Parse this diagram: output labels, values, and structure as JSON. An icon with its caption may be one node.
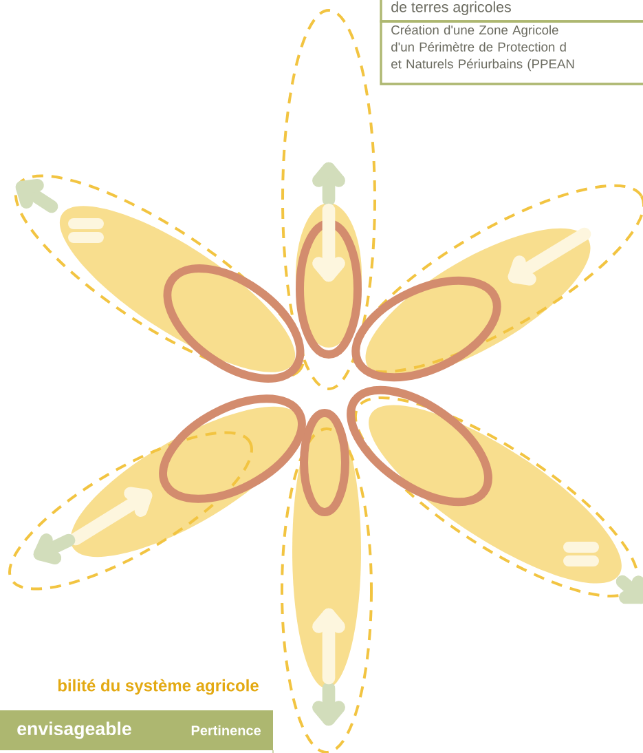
{
  "diagram": {
    "labels": [
      "de terres agricoles",
      "Création d'une Zone Agricole d'un Périmètre de Protection d et Naturels Périurbains (PPEAN",
      "bilité du système agricole",
      "envisageable",
      "Pertinence"
    ]
  }
}
